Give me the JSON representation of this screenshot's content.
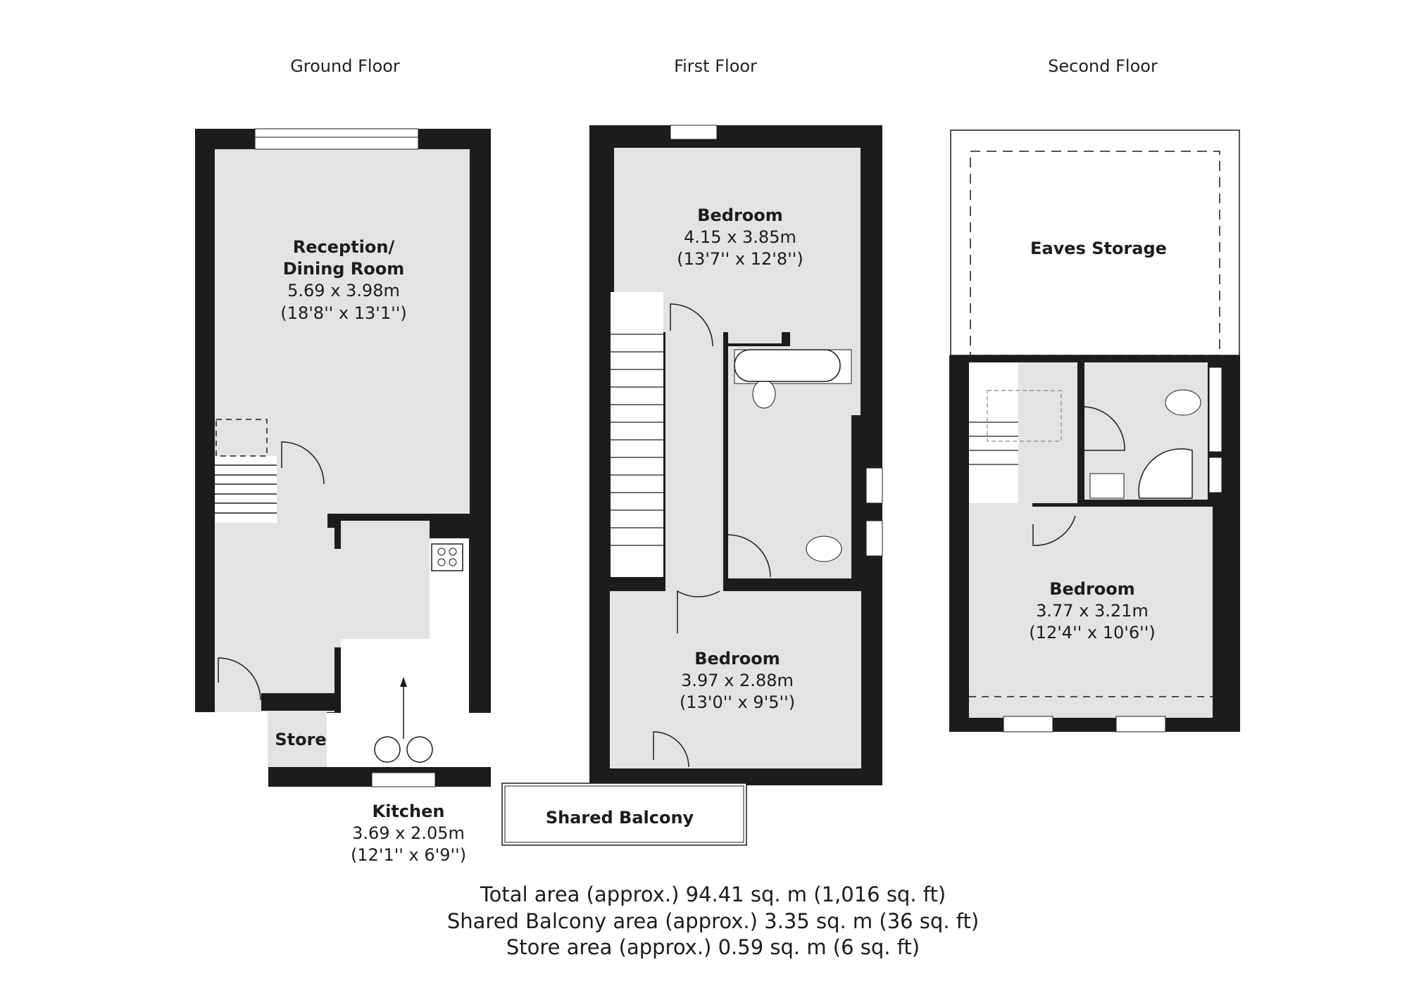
{
  "floors": [
    {
      "title": "Ground Floor",
      "rooms": [
        {
          "name": "Reception/",
          "name2": "Dining Room",
          "metric": "5.69 x 3.98m",
          "imperial": "(18'8'' x 13'1'')"
        },
        {
          "name": "Kitchen",
          "metric": "3.69 x 2.05m",
          "imperial": "(12'1'' x 6'9'')"
        },
        {
          "name": "Store"
        }
      ]
    },
    {
      "title": "First Floor",
      "rooms": [
        {
          "name": "Bedroom",
          "metric": "4.15 x 3.85m",
          "imperial": "(13'7'' x 12'8'')"
        },
        {
          "name": "Bedroom",
          "metric": "3.97 x 2.88m",
          "imperial": "(13'0'' x 9'5'')"
        },
        {
          "name": "Shared Balcony"
        }
      ]
    },
    {
      "title": "Second Floor",
      "rooms": [
        {
          "name": "Eaves Storage"
        },
        {
          "name": "Bedroom",
          "metric": "3.77 x 3.21m",
          "imperial": "(12'4'' x 10'6'')"
        }
      ]
    }
  ],
  "summary": {
    "total": "Total area (approx.) 94.41 sq. m (1,016 sq. ft)",
    "balcony": "Shared Balcony area (approx.) 3.35 sq. m (36 sq. ft)",
    "store": "Store area (approx.) 0.59 sq. m (6 sq. ft)"
  },
  "colors": {
    "wall": "#1c1c1c",
    "floor": "#e3e3e3",
    "background": "#ffffff"
  }
}
